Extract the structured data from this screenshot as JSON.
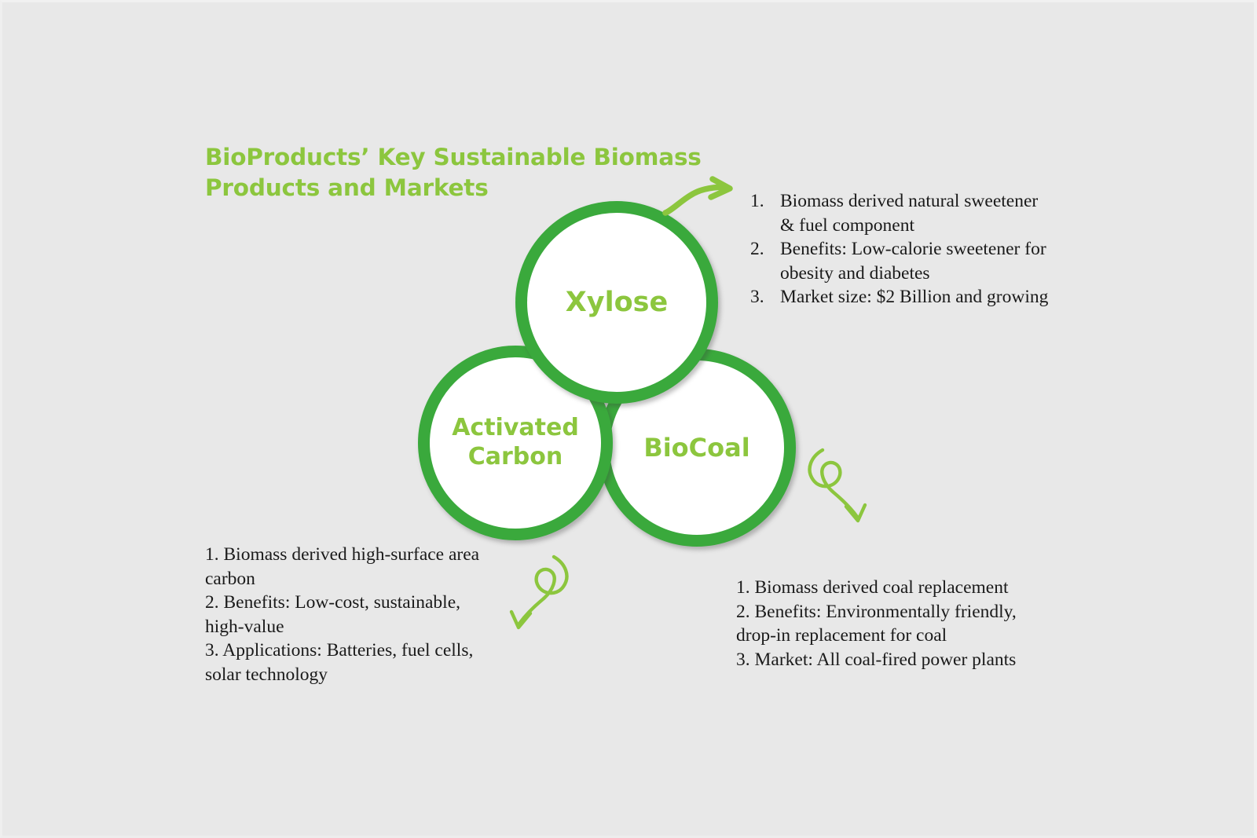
{
  "title": "BioProducts’ Key Sustainable Biomass\nProducts and Markets",
  "colors": {
    "background": "#e8e8e8",
    "ring_green": "#3aa93c",
    "text_green": "#8cc63e",
    "arrow_green": "#8cc63e",
    "body_text": "#1a1a1a"
  },
  "circles": [
    {
      "id": "xylose",
      "label": "Xylose"
    },
    {
      "id": "activated_carbon",
      "label": "Activated\nCarbon"
    },
    {
      "id": "biocoal",
      "label": "BioCoal"
    }
  ],
  "callouts": {
    "xylose": {
      "items": [
        {
          "num": "1.",
          "text": "Biomass derived natural sweetener & fuel component"
        },
        {
          "num": "2.",
          "text": "Benefits: Low-calorie sweetener for obesity and diabetes"
        },
        {
          "num": "3.",
          "text": "Market size: $2 Billion and growing"
        }
      ]
    },
    "activated_carbon": {
      "items": [
        {
          "num": "1.",
          "text": "Biomass derived high-surface area carbon"
        },
        {
          "num": "2.",
          "text": "Benefits: Low-cost, sustainable, high-value"
        },
        {
          "num": "3.",
          "text": "Applications: Batteries, fuel cells, solar technology"
        }
      ]
    },
    "biocoal": {
      "items": [
        {
          "num": "1.",
          "text": "Biomass derived coal replacement"
        },
        {
          "num": "2.",
          "text": "Benefits: Environmentally friendly, drop-in replacement for coal"
        },
        {
          "num": "3.",
          "text": "Market: All coal-fired power plants"
        }
      ]
    }
  },
  "arrows": [
    {
      "id": "arrow-top",
      "points_to": "xylose_callout",
      "direction": "right"
    },
    {
      "id": "arrow-right",
      "points_to": "biocoal_callout",
      "direction": "down-right"
    },
    {
      "id": "arrow-left",
      "points_to": "activated_carbon_callout",
      "direction": "down-left"
    }
  ]
}
